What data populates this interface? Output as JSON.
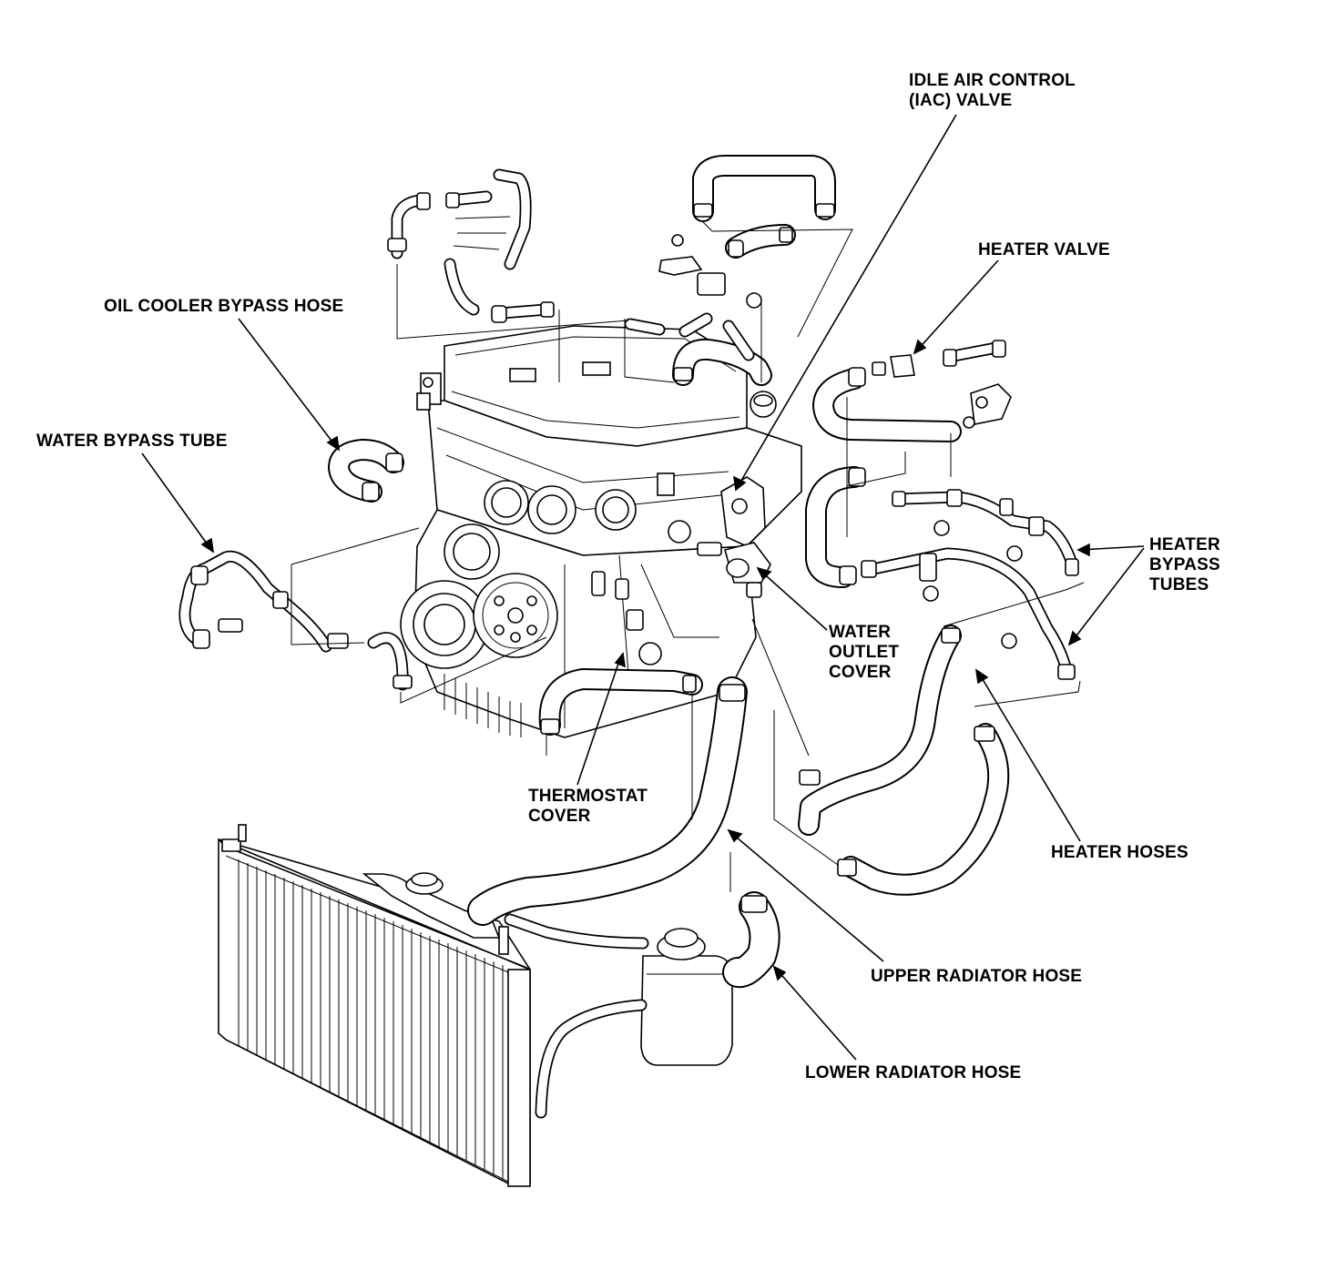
{
  "labels": {
    "iac_valve": "IDLE AIR CONTROL\n(IAC) VALVE",
    "heater_valve": "HEATER VALVE",
    "oil_cooler_bypass_hose": "OIL COOLER BYPASS HOSE",
    "water_bypass_tube": "WATER BYPASS TUBE",
    "heater_bypass_tubes": "HEATER\nBYPASS\nTUBES",
    "water_outlet_cover": "WATER\nOUTLET\nCOVER",
    "thermostat_cover": "THERMOSTAT\nCOVER",
    "heater_hoses": "HEATER HOSES",
    "upper_radiator_hose": "UPPER RADIATOR HOSE",
    "lower_radiator_hose": "LOWER RADIATOR HOSE"
  },
  "colors": {
    "ink": "#000000",
    "paper": "#ffffff"
  }
}
